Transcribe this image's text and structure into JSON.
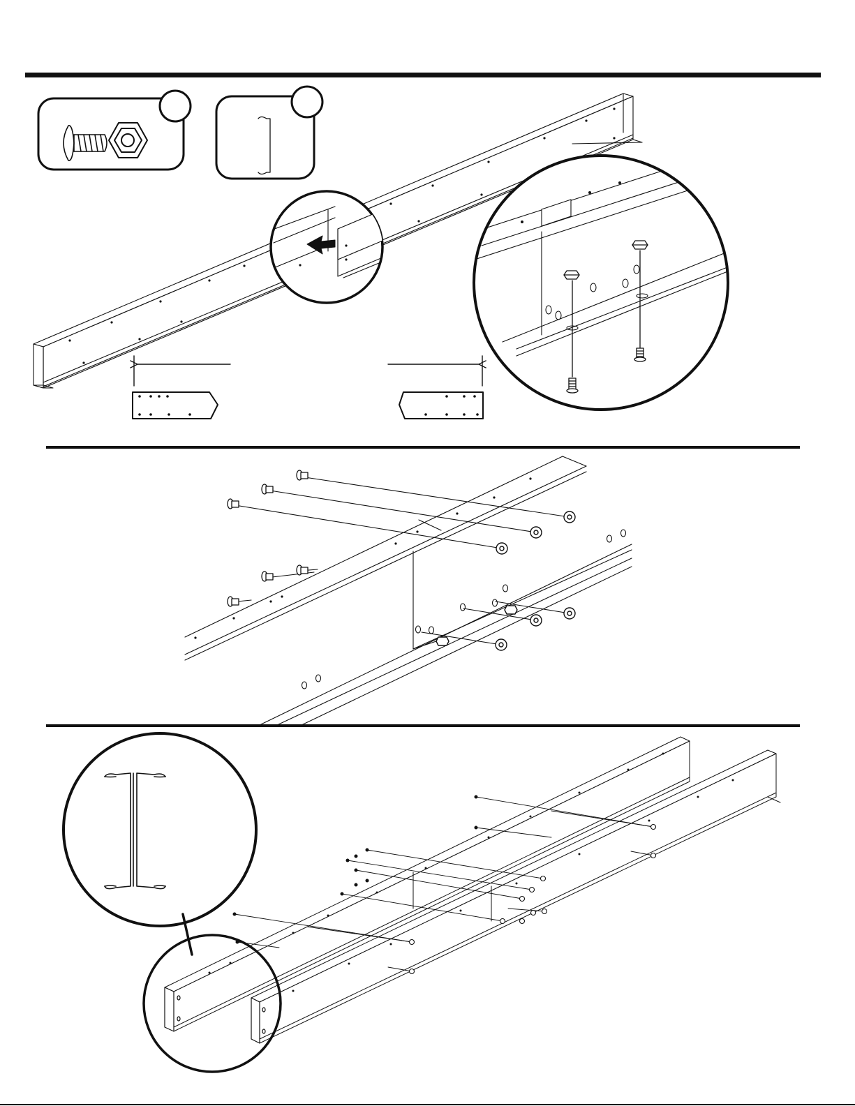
{
  "page": {
    "ink_color": "#111111",
    "background_color": "#ffffff",
    "text_labels": []
  },
  "sections": [
    {
      "id": "step-1",
      "parts_callouts": [
        {
          "name": "bolt-and-nut-part",
          "icons": [
            "screw-icon",
            "hex-nut-icon"
          ],
          "badge_label": ""
        },
        {
          "name": "brace-part",
          "icons": [
            "brace-icon"
          ],
          "badge_label": ""
        }
      ],
      "magnifiers": [
        "join-detail-magnifier",
        "bolt-detail-magnifier"
      ],
      "indicators": [
        "insert-arrow-icon",
        "span-dimension-left",
        "span-dimension-right"
      ]
    },
    {
      "id": "step-2",
      "indicators": [
        "bolt-insertion-lines"
      ]
    },
    {
      "id": "step-3",
      "magnifiers": [
        "brace-detail-magnifier",
        "rail-end-magnifier"
      ]
    }
  ]
}
